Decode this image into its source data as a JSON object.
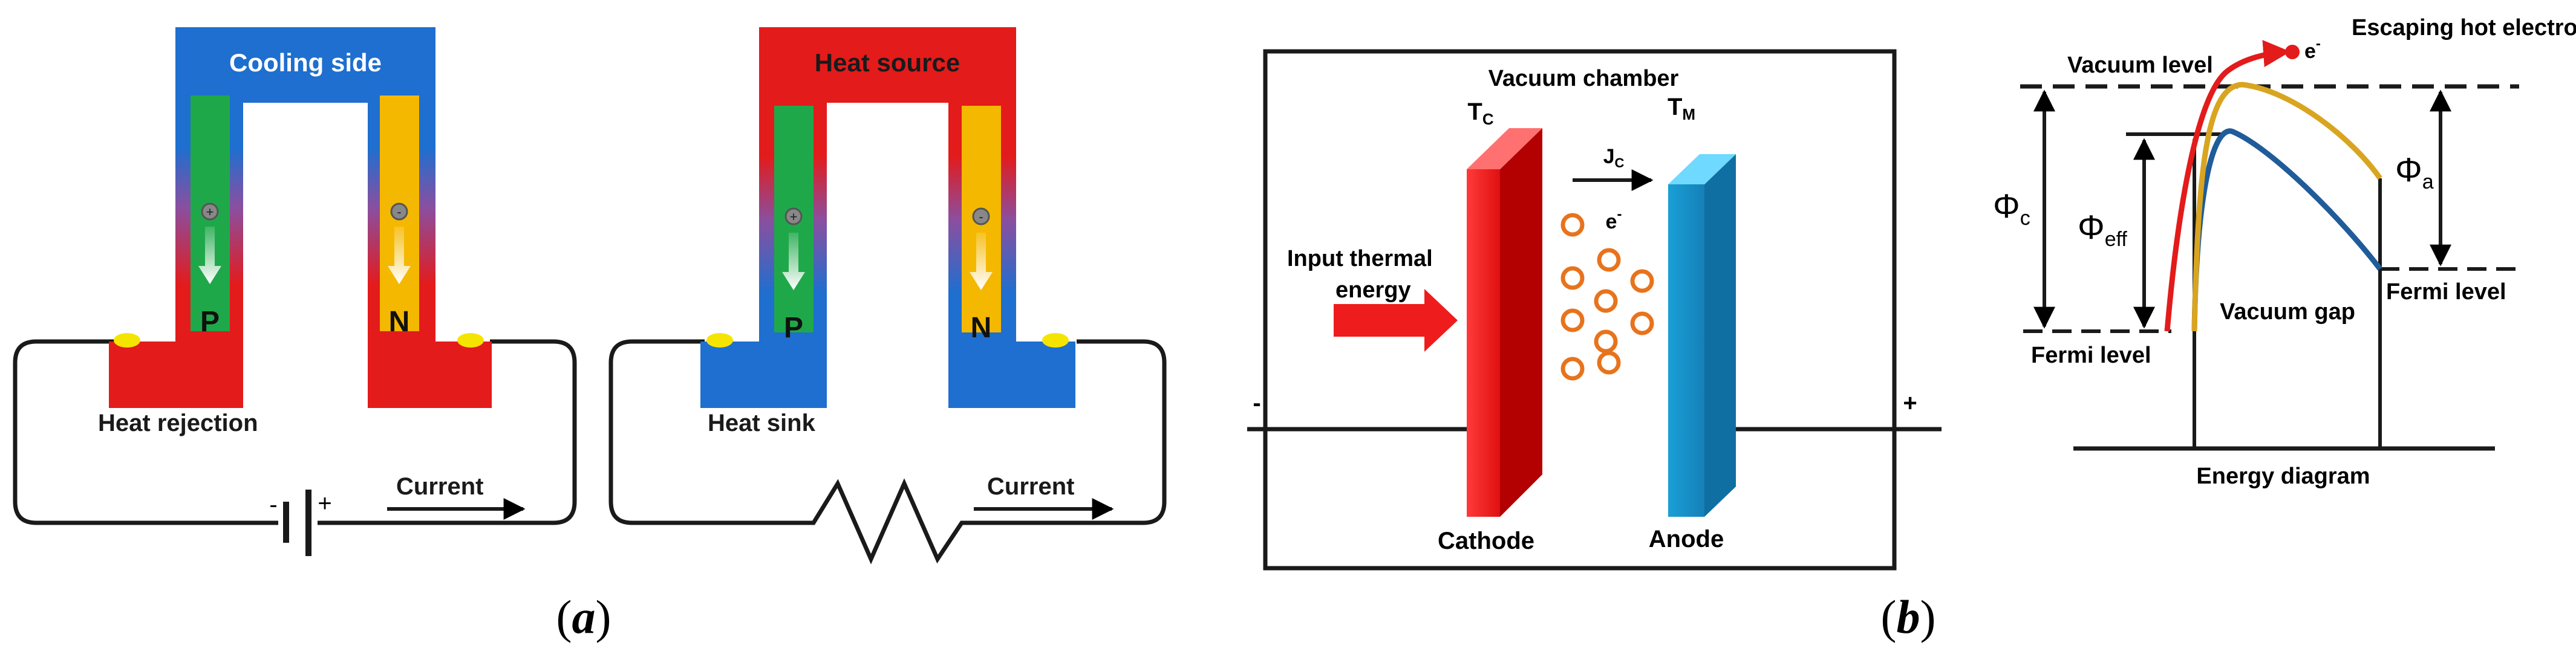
{
  "panel_a": {
    "caption_open": "(",
    "caption_letter": "a",
    "caption_close": ")",
    "cooler": {
      "top_label": "Cooling side",
      "p_label": "P",
      "n_label": "N",
      "bottom_label": "Heat rejection",
      "current_label": "Current",
      "battery_minus": "-",
      "battery_plus": "+"
    },
    "generator": {
      "top_label": "Heat source",
      "p_label": "P",
      "n_label": "N",
      "bottom_label": "Heat sink",
      "current_label": "Current"
    }
  },
  "panel_b": {
    "caption_open": "(",
    "caption_letter": "b",
    "caption_close": ")",
    "chamber": {
      "title": "Vacuum chamber",
      "tc_main": "T",
      "tc_sub": "C",
      "tm_main": "T",
      "tm_sub": "M",
      "jc_main": "J",
      "jc_sub": "C",
      "electron_main": "e",
      "electron_sup": "-",
      "input_line1": "Input thermal",
      "input_line2": "energy",
      "cathode_label": "Cathode",
      "anode_label": "Anode",
      "minus_sign": "-",
      "plus_sign": "+"
    },
    "energy_diagram": {
      "escaping_label": "Escaping hot electron",
      "electron_main": "e",
      "electron_sup": "-",
      "vacuum_level": "Vacuum level",
      "phi_c_main": "Φ",
      "phi_c_sub": "c",
      "phi_eff_main": "Φ",
      "phi_eff_sub": "eff",
      "phi_a_main": "Φ",
      "phi_a_sub": "a",
      "fermi_left": "Fermi level",
      "fermi_right": "Fermi level",
      "vacuum_gap": "Vacuum gap",
      "title": "Energy diagram"
    }
  },
  "colors": {
    "hot": "#e31b1b",
    "cold": "#1e6fcf",
    "p_leg": "#1fa84a",
    "n_leg": "#f5b800",
    "cathode": "#ee1c1c",
    "anode": "#1ab2e8",
    "electron_ring": "#e8731c",
    "band_blue": "#1f5c99",
    "band_gold": "#d9a520",
    "band_red": "#e31b1b"
  }
}
